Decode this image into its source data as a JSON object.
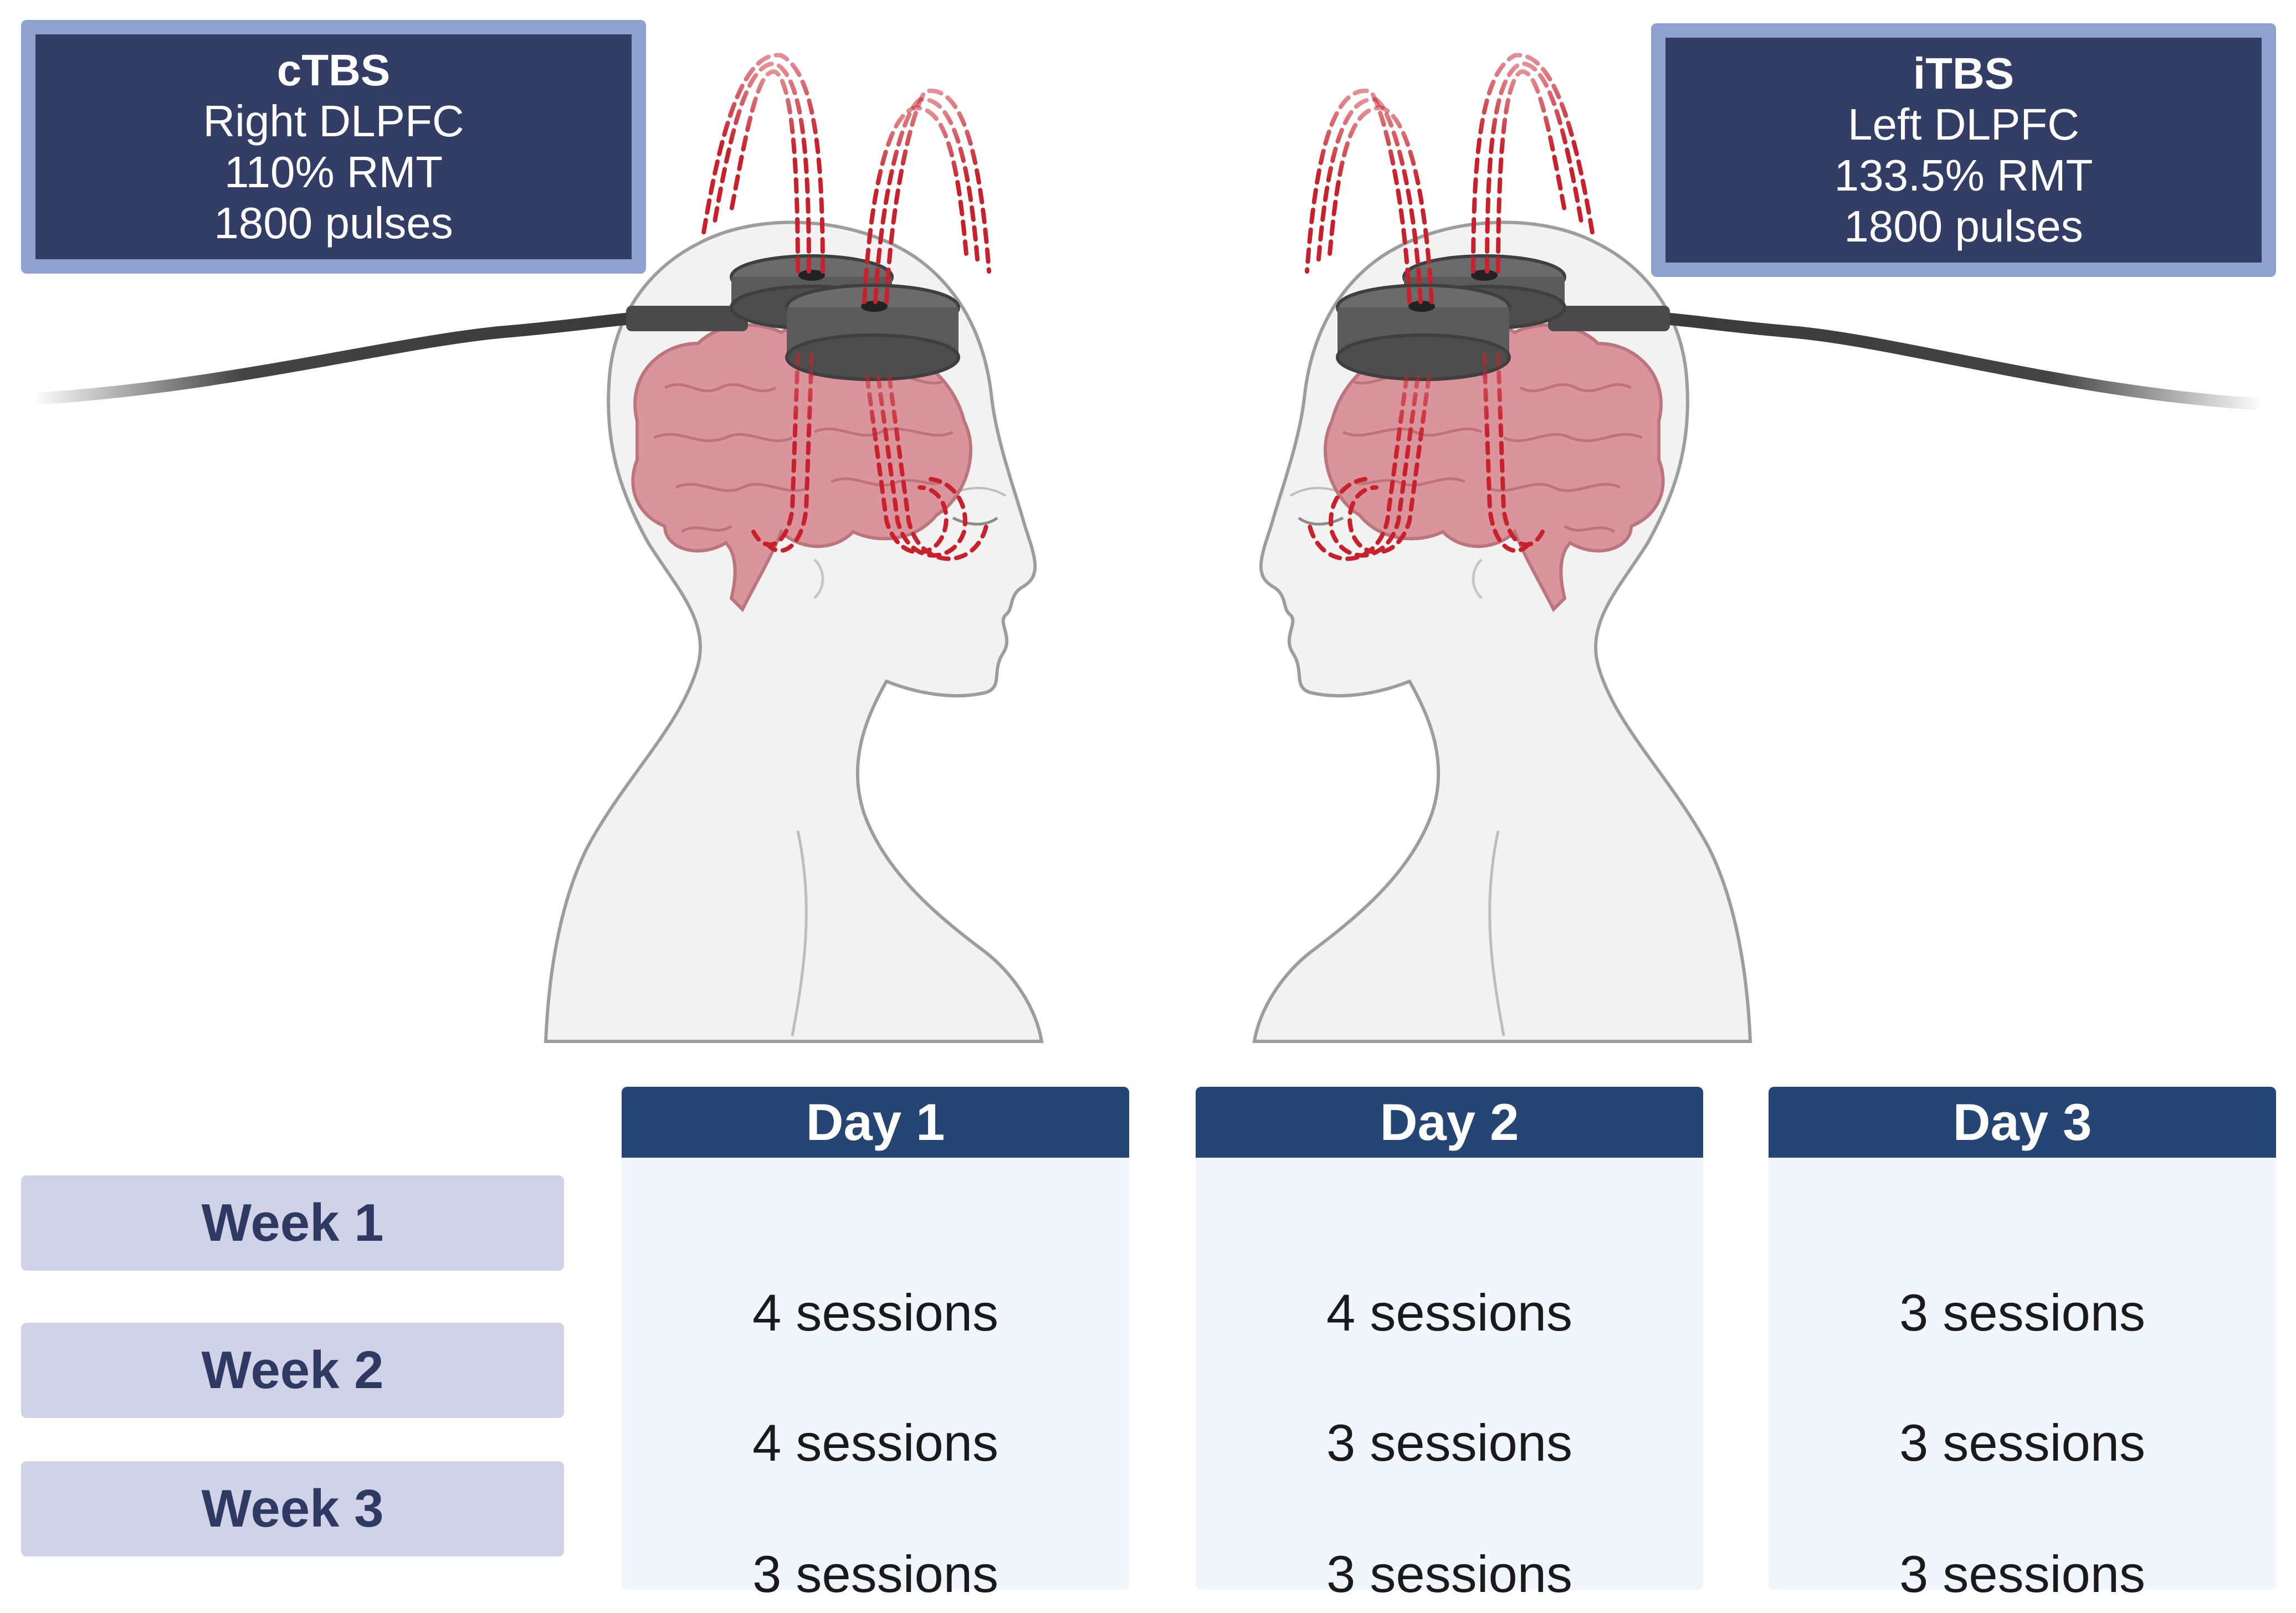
{
  "left_protocol": {
    "name": "cTBS",
    "target": "Right DLPFC",
    "intensity": "110% RMT",
    "pulses": "1800 pulses"
  },
  "right_protocol": {
    "name": "iTBS",
    "target": "Left DLPFC",
    "intensity": "133.5% RMT",
    "pulses": "1800 pulses"
  },
  "schedule": {
    "days": [
      "Day 1",
      "Day 2",
      "Day 3"
    ],
    "weeks": [
      "Week 1",
      "Week 2",
      "Week 3"
    ],
    "sessions": [
      [
        "4 sessions",
        "4 sessions",
        "3 sessions"
      ],
      [
        "4 sessions",
        "3 sessions",
        "3 sessions"
      ],
      [
        "3 sessions",
        "3 sessions",
        "3 sessions"
      ]
    ]
  },
  "colors": {
    "protocol_box_fill": "#323e66",
    "protocol_box_border": "#8fa2cf",
    "day_header": "#254674",
    "day_body": "#f1f6fd",
    "week_label_fill": "#d0d3e8",
    "brain": "#d98e95",
    "field_lines": "#c8212c",
    "coil": "#5a5a5a"
  }
}
